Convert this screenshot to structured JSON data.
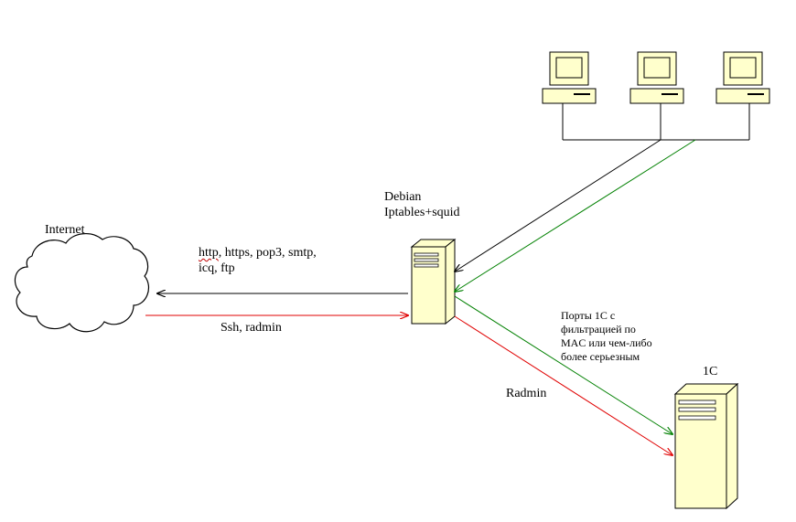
{
  "nodes": {
    "internet": {
      "label": "Internet"
    },
    "debian": {
      "line1": "Debian",
      "line2": "Iptables+squid"
    },
    "server_1c": {
      "label": "1C"
    }
  },
  "edges": {
    "outbound": {
      "line1_first": "http",
      "line1_rest": ", https, pop3, smtp,",
      "line2": "icq, ftp",
      "color": "#000000"
    },
    "inbound": {
      "label": "Ssh, radmin",
      "color": "#e00000"
    },
    "radmin": {
      "label": "Radmin",
      "color": "#e00000"
    },
    "ports_1c": {
      "line1": "Порты 1С с",
      "line2": "фильтрацией по",
      "line3": "MAC или чем-либо",
      "line4": "более серьезным",
      "color": "#008000"
    }
  }
}
